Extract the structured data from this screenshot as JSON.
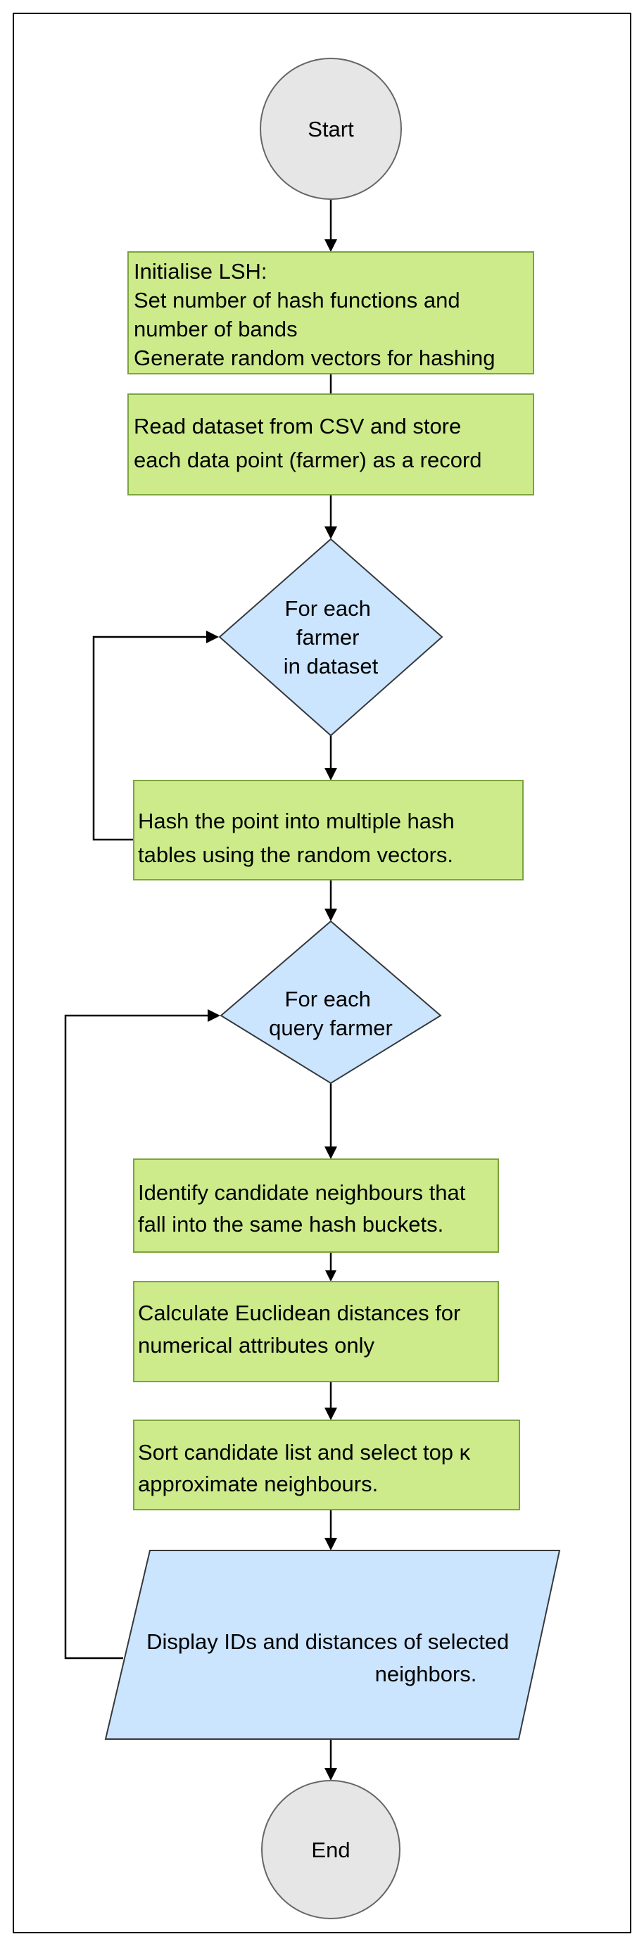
{
  "nodes": {
    "start": "Start",
    "init": [
      "Initialise LSH:",
      "Set number of hash functions and",
      "number of bands",
      "Generate random vectors for hashing"
    ],
    "read": [
      "Read dataset from CSV and store",
      "each data point (farmer) as a record"
    ],
    "loop_farmer": [
      "For each",
      "farmer",
      "in dataset"
    ],
    "hash": [
      "Hash the point into multiple hash",
      "tables using the random vectors."
    ],
    "loop_query": [
      "For each",
      "query farmer"
    ],
    "candidates": [
      "Identify candidate neighbours that",
      "fall into the same hash buckets."
    ],
    "distance": [
      "Calculate Euclidean distances for",
      "numerical attributes only"
    ],
    "sort": [
      "Sort candidate list and select top κ",
      "approximate neighbours."
    ],
    "display": [
      "Display IDs and distances of selected",
      "neighbors."
    ],
    "end": "End"
  },
  "colors": {
    "process_fill": "#cdeb8b",
    "decision_fill": "#cce5ff",
    "terminal_fill": "#e6e6e6"
  }
}
